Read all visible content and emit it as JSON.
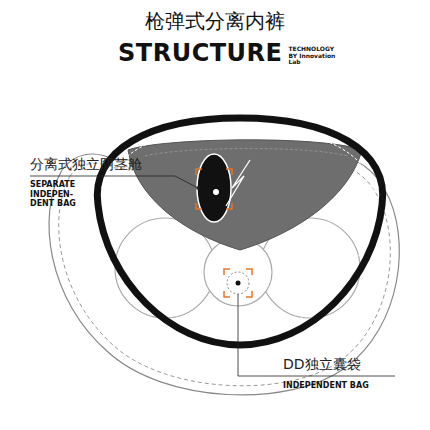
{
  "diagram": {
    "title": "枪弹式分离内裤",
    "labels": [
      "STRUCTURE",
      "TECHNOLOGY BY Innovation Lab",
      "分离式独立阴茎舱",
      "SEPARATE INDEPEN- DENT BAG",
      "DD独立囊袋",
      "INDEPENDENT BAG"
    ]
  }
}
